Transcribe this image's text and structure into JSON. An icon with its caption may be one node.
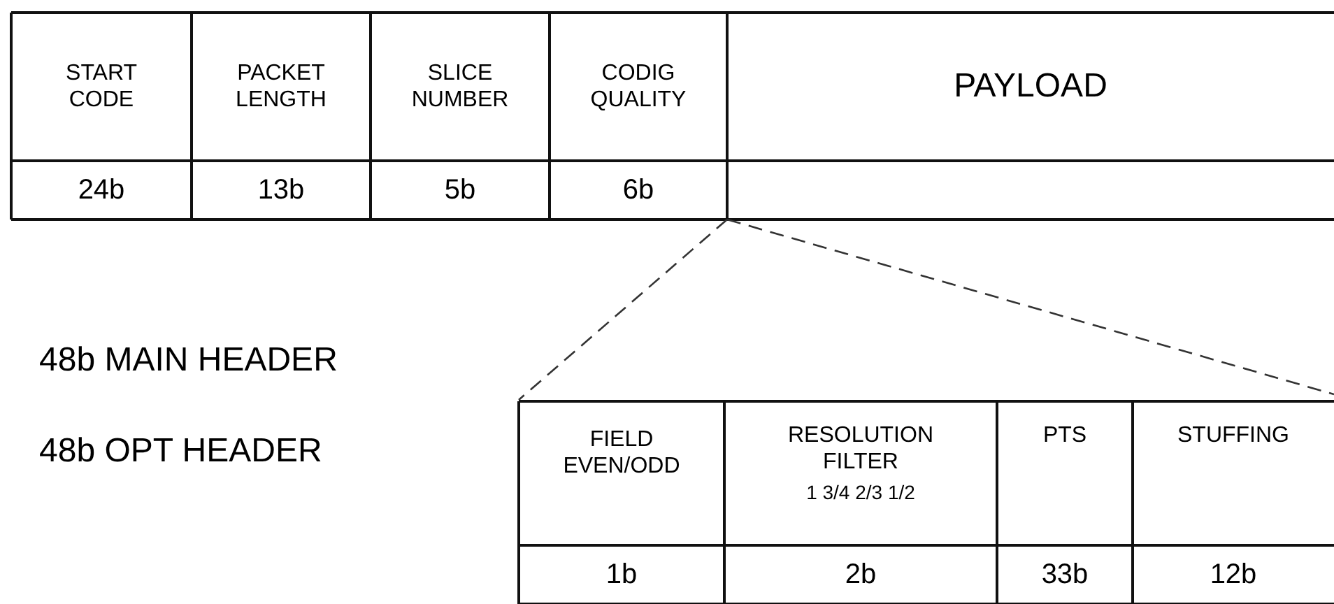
{
  "diagram": {
    "labels": [
      "START CODE",
      "PACKET LENGTH",
      "SLICE NUMBER",
      "CODIG QUALITY",
      "PAYLOAD",
      "24b",
      "13b",
      "5b",
      "6b",
      "48b MAIN HEADER",
      "48b OPT HEADER",
      "FIELD EVEN/ODD",
      "RESOLUTION FILTER",
      "1 3/4 2/3 1/2",
      "PTS",
      "STUFFING",
      "1b",
      "2b",
      "33b",
      "12b"
    ]
  }
}
